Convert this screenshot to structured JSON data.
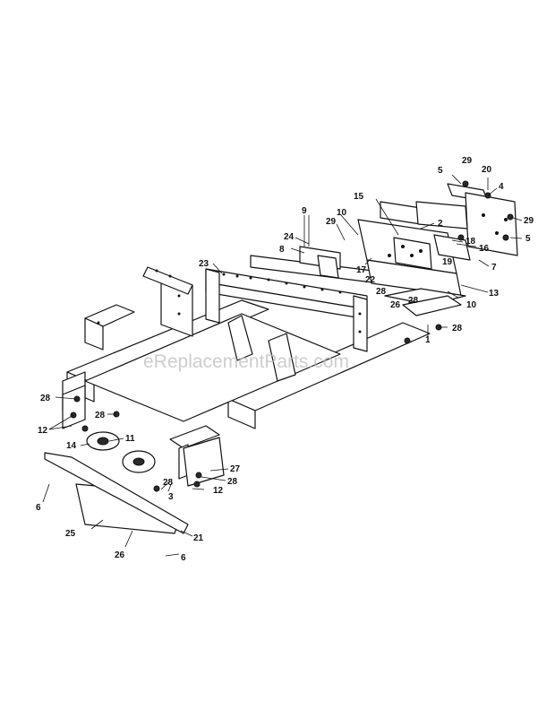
{
  "watermark": "eReplacementParts.com",
  "callouts": [
    {
      "id": "29a",
      "label": "29"
    },
    {
      "id": "5a",
      "label": "5"
    },
    {
      "id": "20",
      "label": "20"
    },
    {
      "id": "4",
      "label": "4"
    },
    {
      "id": "29b",
      "label": "29"
    },
    {
      "id": "5b",
      "label": "5"
    },
    {
      "id": "15",
      "label": "15"
    },
    {
      "id": "2",
      "label": "2"
    },
    {
      "id": "9",
      "label": "9"
    },
    {
      "id": "10a",
      "label": "10"
    },
    {
      "id": "29c",
      "label": "29"
    },
    {
      "id": "24",
      "label": "24"
    },
    {
      "id": "8",
      "label": "8"
    },
    {
      "id": "18",
      "label": "18"
    },
    {
      "id": "16",
      "label": "16"
    },
    {
      "id": "19",
      "label": "19"
    },
    {
      "id": "7",
      "label": "7"
    },
    {
      "id": "17",
      "label": "17"
    },
    {
      "id": "22",
      "label": "22"
    },
    {
      "id": "23",
      "label": "23"
    },
    {
      "id": "28a",
      "label": "28"
    },
    {
      "id": "13",
      "label": "13"
    },
    {
      "id": "26a",
      "label": "26"
    },
    {
      "id": "28b",
      "label": "28"
    },
    {
      "id": "10b",
      "label": "10"
    },
    {
      "id": "1",
      "label": "1"
    },
    {
      "id": "28c",
      "label": "28"
    },
    {
      "id": "28d",
      "label": "28"
    },
    {
      "id": "28e",
      "label": "28"
    },
    {
      "id": "12a",
      "label": "12"
    },
    {
      "id": "11",
      "label": "11"
    },
    {
      "id": "14",
      "label": "14"
    },
    {
      "id": "27",
      "label": "27"
    },
    {
      "id": "28f",
      "label": "28"
    },
    {
      "id": "3",
      "label": "3"
    },
    {
      "id": "28g",
      "label": "28"
    },
    {
      "id": "12b",
      "label": "12"
    },
    {
      "id": "6a",
      "label": "6"
    },
    {
      "id": "25",
      "label": "25"
    },
    {
      "id": "21",
      "label": "21"
    },
    {
      "id": "26b",
      "label": "26"
    },
    {
      "id": "6b",
      "label": "6"
    }
  ]
}
